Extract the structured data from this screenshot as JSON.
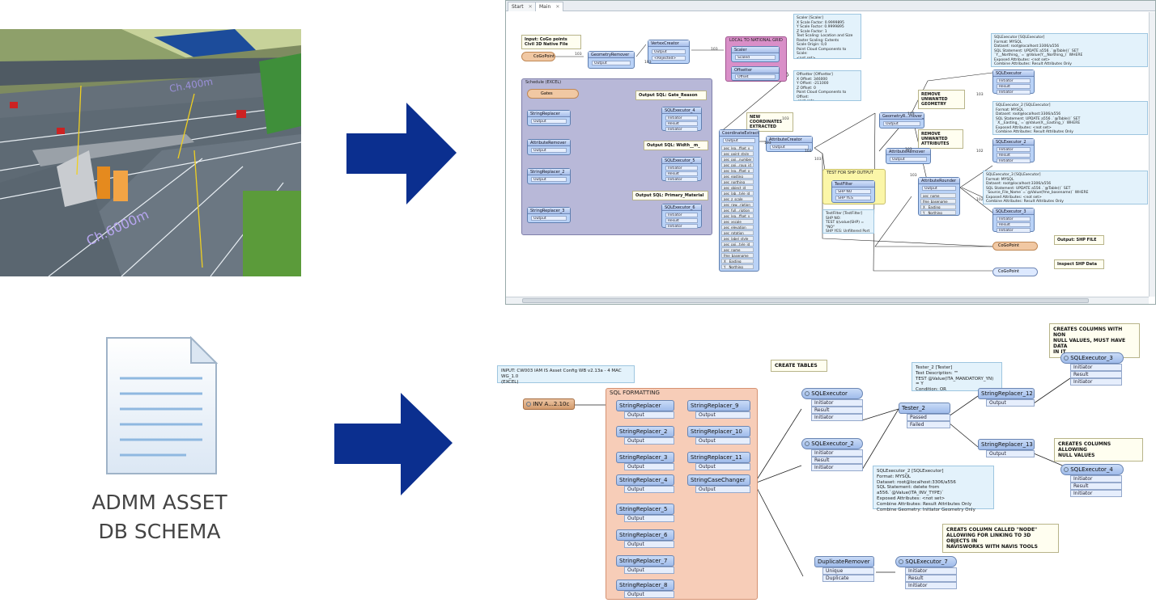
{
  "doc_caption": "ADMM ASSET\nDB SCHEMA",
  "scene_labels": [
    "Ch.400m",
    "Ch.6000m"
  ],
  "tabs": [
    {
      "label": "Start",
      "close": "✕"
    },
    {
      "label": "Main",
      "close": "✕"
    }
  ],
  "w1": {
    "ann_input": "Input: CoGo points\nCivil 3D Native File",
    "cogo_reader": "CoGoPoint",
    "geometry_remover": "GeometryRemover",
    "output": "Output",
    "vertex_creator": "VertexCreator",
    "rejected": "<Rejected>",
    "local_to_national": "LOCAL TO NATIONAL GRID",
    "scaler": "Scaler",
    "scaled": "Scaled",
    "offsetter": "Offsetter",
    "offset": "Offset",
    "note_scaler": "Scaler [Scaler]\nX Scale Factor: 0.9999895\nY Scale Factor: 0.9999895\nZ Scale Factor: 1\nText Scaling: Location and Size\nRaster Scaling: Extents\nScale Origin: 0,0\nPoint Cloud Components to Scale:\n<not set>",
    "note_offsetter": "Offsetter [Offsetter]\nX Offset: 346000\nY Offset: -211000\nZ Offset: 0\nPoint Cloud Components to Offset:\n<not set>",
    "schedule": "Schedule (EXCEL)",
    "gates": "Gates",
    "string_replacer": "StringReplacer",
    "attribute_remover": "AttributeRemover",
    "string_replacer_2": "StringReplacer_2",
    "string_replacer_3": "StringReplacer_3",
    "ann_gate": "Output SQL: Gate_Reason",
    "ann_width": "Output SQL: Width__m_",
    "ann_primary": "Output SQL: Primary_Material",
    "sql4": "SQLExecutor_4",
    "sql5": "SQLExecutor_5",
    "sql6": "SQLExecutor_6",
    "initiator": "Initiator",
    "result": "Result",
    "ann_new_coords": "NEW COORDINATES\nEXTRACTED",
    "coordinate_extractor": "CoordinateExtractor",
    "attribute_creator": "AttributeCreator",
    "attrs": [
      "aec_lea...ffset_v",
      "aec_point_style",
      "aec_poi...number",
      "aec_poi...roup_id",
      "aec_lea...ffset_x",
      "aec_easting",
      "aec_northing",
      "aec_object_id",
      "aec_lab...tyle_id",
      "aec_z_scale",
      "aec_raw...ription",
      "aec_full...ription",
      "aec_lea...ffset_y",
      "aec_xscale",
      "aec_elevation",
      "aec_rotation",
      "aec_label_style",
      "aec_poi...tyle_id",
      "aec_name",
      "fme_basename",
      "X__Easting_",
      "Y__Northing_"
    ],
    "ann_remove_geom": "REMOVE UNWANTED\nGEOMETRY",
    "geometry_remover_2": "GeometryR...mover_2",
    "ann_remove_attr": "REMOVE UNWANTED\nATTRIBUTES",
    "attribute_remover_2": "AttributeRemover",
    "attribute_rounder": "AttributeRounder",
    "rounder_attrs": [
      "aec_name",
      "fme_basename",
      "X__Easting_",
      "Y__Northing_"
    ],
    "test_shp": "TEST FOR SHP OUTPUT",
    "test_filter": "TestFilter",
    "shp_no": "SHP NO",
    "shp_yes": "SHP YES",
    "note_testfilter": "TestFilter [TestFilter]\nSHP NO:\nTEST $(value(SHP) = \"NO\"\nSHP YES: Unfiltered Port",
    "note_sql": "SQLExecutor [SQLExecutor]\nFormat: MYSQL\nDataset: root@localhost:3306/a556\nSQL Statement: UPDATE a556 .`@Table()` SET `Y__Northing_`=`@Value(Y__Northing_)` WHERE\nExposed Attributes: <not set>\nCombine Attributes: Result Attributes Only\nCombine Geometry: Initiator Geometry Only",
    "sqlexecutor": "SQLExecutor",
    "note_sql2": "SQLExecutor_2 [SQLExecutor]\nFormat: MYSQL\nDataset: root@localhost:3306/a556\nSQL Statement: UPDATE a556 .`@Table()` SET `X__Easting_`=`@Value(X__Easting_)` WHERE\nExposed Attributes: <not set>\nCombine Attributes: Result Attributes Only\nCombine Geometry: Initiator Geometry Only",
    "sql2": "SQLExecutor_2",
    "note_sql3": "SQLExecutor_3 [SQLExecutor]\nFormat: MYSQL\nDataset: root@localhost:3306/a556\nSQL Statement: UPDATE a556 .`@Table()` SET `Source_File_Name`=`@Value(fme_basename)` WHERE\nExposed Attributes: <not set>\nCombine Attributes: Result Attributes Only\nCombine Geometry: Initiator Geometry Only",
    "sql3": "SQLExecutor_3",
    "cogo_writer": "CoGoPoint",
    "ann_shp": "Output: SHP FILE",
    "cogo_inspect": "CoGoPoint",
    "ann_inspect": "Inspect SHP Data",
    "counts": [
      "103",
      "103",
      "103",
      "103",
      "103",
      "103",
      "103",
      "103",
      "103",
      "103",
      "102",
      "102",
      "103"
    ]
  },
  "w2": {
    "ann_input": "INPUT: CW003 IAM IS Asset Config WB v2.13a - 4 MAC WG_1.0\n(EXCEL)",
    "reader": "INV A...2.10c",
    "sql_formatting": "SQL FORMATTING",
    "col1": [
      "StringReplacer",
      "StringReplacer_2",
      "StringReplacer_3",
      "StringReplacer_4",
      "StringReplacer_5",
      "StringReplacer_6",
      "StringReplacer_7",
      "StringReplacer_8"
    ],
    "col2": [
      "StringReplacer_9",
      "StringReplacer_10",
      "StringReplacer_11",
      "StringCaseChanger"
    ],
    "output": "Output",
    "ann_create_tables": "CREATE TABLES",
    "sqlexecutor": "SQLExecutor",
    "sqlexecutor_2": "SQLExecutor_2",
    "initiator": "Initiator",
    "result": "Result",
    "tester2": "Tester_2",
    "passed": "Passed",
    "failed": "Failed",
    "note_tester": "Tester_2 [Tester]\nTest Description: \"\"\nTEST @Value(ITA_MANDATORY_YN) = Y\nCondition: OR",
    "note_sql2": "SQLExecutor_2 [SQLExecutor]\nFormat: MYSQL\nDataset: root@localhost:3306/a556\nSQL Statement: delete from a556.`@Value(ITA_INV_TYPE)`\nExposed Attributes: <not set>\nCombine Attributes: Result Attributes Only\nCombine Geometry: Initiator Geometry Only",
    "sr12": "StringReplacer_12",
    "sr13": "StringReplacer_13",
    "ann_non_null": "CREATES COLUMNS WITH NON\nNULL VALUES, MUST HAVE DATA\nIN IT",
    "sql3": "SQLExecutor_3",
    "ann_null": "CREATES COLUMNS ALLOWING\nNULL VALUES",
    "sql4": "SQLExecutor_4",
    "dup": "DuplicateRemover",
    "unique": "Unique",
    "duplicate": "Duplicate",
    "ann_node": "CREATS COLUMN CALLED \"NODE\"\nALLOWING FOR LINKING TO 3D OBJECTS IN\nNAVISWORKS WITH NAVIS TOOLS",
    "sql7": "SQLExecutor_7"
  },
  "colors": {
    "arrow": "#0b2f8f",
    "sched": "#b8b8d8",
    "sqlfmt": "#f7cdb8",
    "local": "#d98fc8",
    "testshp": "#fbf6a8"
  }
}
